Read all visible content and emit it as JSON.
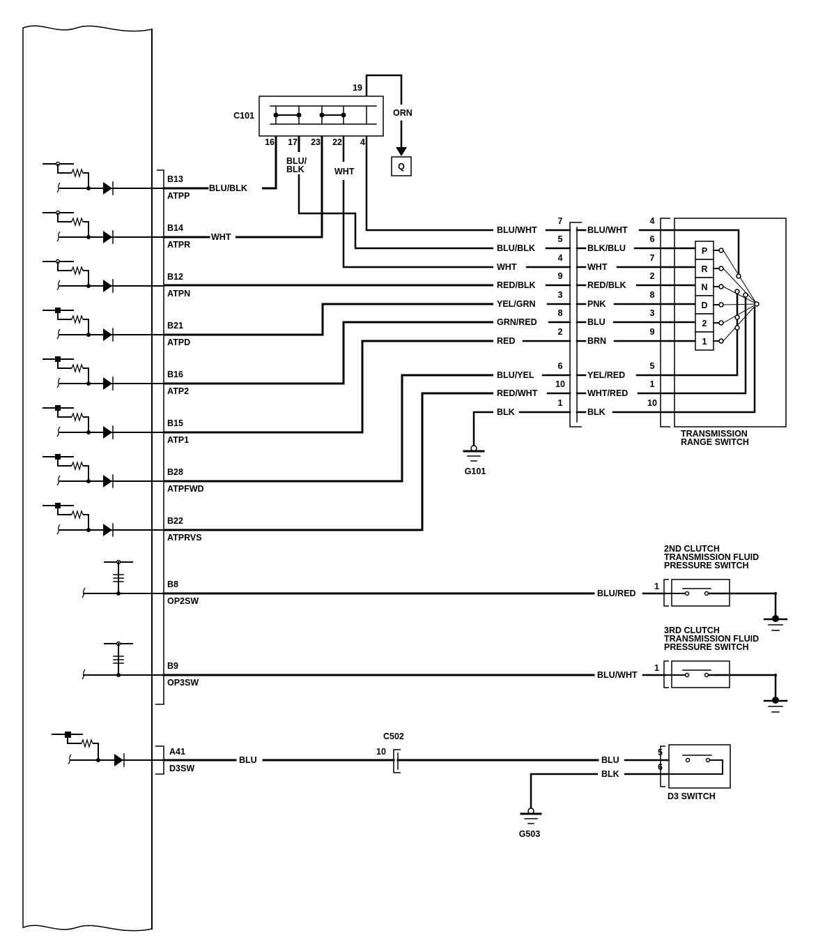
{
  "ecm_inputs": [
    {
      "pin": "B13",
      "signal": "ATPP",
      "wire": "BLU/BLK"
    },
    {
      "pin": "B14",
      "signal": "ATPR",
      "wire": "WHT"
    },
    {
      "pin": "B12",
      "signal": "ATPN",
      "wire": ""
    },
    {
      "pin": "B21",
      "signal": "ATPD",
      "wire": ""
    },
    {
      "pin": "B16",
      "signal": "ATP2",
      "wire": ""
    },
    {
      "pin": "B15",
      "signal": "ATP1",
      "wire": ""
    },
    {
      "pin": "B28",
      "signal": "ATPFWD",
      "wire": ""
    },
    {
      "pin": "B22",
      "signal": "ATPRVS",
      "wire": ""
    }
  ],
  "c101": {
    "label": "C101",
    "pins": [
      "16",
      "17",
      "23",
      "22",
      "4"
    ],
    "top_pin": "19",
    "top_wire": "ORN",
    "pin17_wire_line1": "BLU/",
    "pin17_wire_line2": "BLK",
    "pin22_wire": "WHT",
    "destination": "Q"
  },
  "junction": {
    "rows": [
      {
        "left_wire": "BLU/WHT",
        "left_pin": "7",
        "right_wire": "BLU/WHT",
        "right_pin": "4"
      },
      {
        "left_wire": "BLU/BLK",
        "left_pin": "5",
        "right_wire": "BLK/BLU",
        "right_pin": "6"
      },
      {
        "left_wire": "WHT",
        "left_pin": "4",
        "right_wire": "WHT",
        "right_pin": "7"
      },
      {
        "left_wire": "RED/BLK",
        "left_pin": "9",
        "right_wire": "RED/BLK",
        "right_pin": "2"
      },
      {
        "left_wire": "YEL/GRN",
        "left_pin": "3",
        "right_wire": "PNK",
        "right_pin": "8"
      },
      {
        "left_wire": "GRN/RED",
        "left_pin": "8",
        "right_wire": "BLU",
        "right_pin": "3"
      },
      {
        "left_wire": "RED",
        "left_pin": "2",
        "right_wire": "BRN",
        "right_pin": "9"
      },
      {
        "left_wire": "BLU/YEL",
        "left_pin": "6",
        "right_wire": "YEL/RED",
        "right_pin": "5"
      },
      {
        "left_wire": "RED/WHT",
        "left_pin": "10",
        "right_wire": "WHT/RED",
        "right_pin": "1"
      },
      {
        "left_wire": "BLK",
        "left_pin": "1",
        "right_wire": "BLK",
        "right_pin": "10"
      }
    ],
    "ground": "G101"
  },
  "range_switch": {
    "title_line1": "TRANSMISSION",
    "title_line2": "RANGE SWITCH",
    "positions": [
      "P",
      "R",
      "N",
      "D",
      "2",
      "1"
    ]
  },
  "clutch_switches": [
    {
      "pin": "B8",
      "signal": "OP2SW",
      "wire": "BLU/RED",
      "switch_pin": "1",
      "title": [
        "2ND CLUTCH",
        "TRANSMISSION FLUID",
        "PRESSURE SWITCH"
      ]
    },
    {
      "pin": "B9",
      "signal": "OP3SW",
      "wire": "BLU/WHT",
      "switch_pin": "1",
      "title": [
        "3RD CLUTCH",
        "TRANSMISSION FLUID",
        "PRESSURE SWITCH"
      ]
    }
  ],
  "d3": {
    "pin": "A41",
    "signal": "D3SW",
    "wire": "BLU",
    "connector": "C502",
    "connector_pin": "10",
    "switch_wire_1": "BLU",
    "switch_pin_1": "5",
    "switch_wire_2": "BLK",
    "switch_pin_2": "6",
    "title": "D3 SWITCH",
    "ground": "G503"
  }
}
